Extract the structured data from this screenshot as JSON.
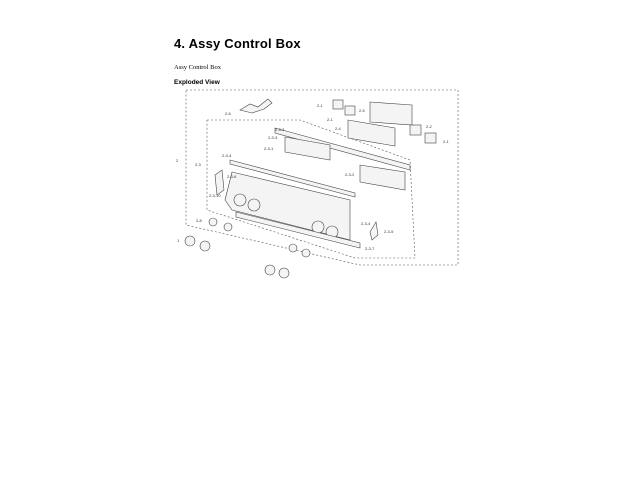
{
  "heading": "4.  Assy Control Box",
  "subtitle": "Assy Control Box",
  "section": "Exploded View",
  "diagram": {
    "labels": [
      "2-6",
      "2-1",
      "2-1",
      "2-5",
      "2-2",
      "2-1",
      "2-4",
      "2-3-3",
      "2-3-3",
      "2-3-1",
      "2-3-4",
      "2",
      "2-3",
      "2-3-6",
      "2-3-10",
      "2-3-2",
      "2-8",
      "1",
      "2-3-4",
      "2-3-5",
      "2-3-7"
    ]
  }
}
